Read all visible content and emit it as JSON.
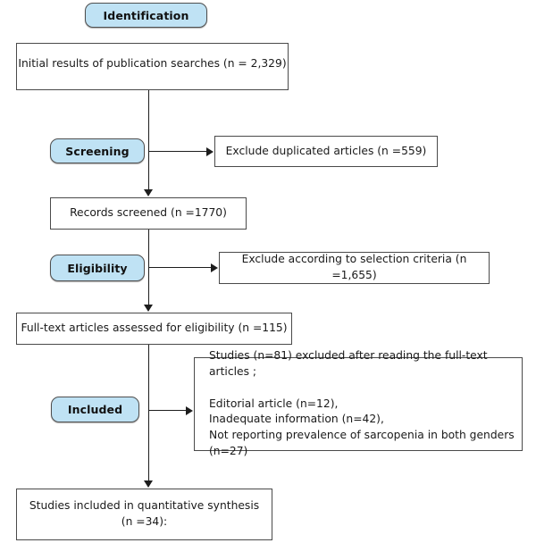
{
  "diagram": {
    "title": "PRISMA study selection flow diagram",
    "accent_color": "#bfe2f4",
    "line_color": "#1d1d1d",
    "box_border_color": "#4a4a4a"
  },
  "stages": [
    {
      "id": "identification",
      "label": "Identification"
    },
    {
      "id": "screening",
      "label": "Screening"
    },
    {
      "id": "eligibility",
      "label": "Eligibility"
    },
    {
      "id": "included",
      "label": "Included"
    }
  ],
  "boxes": {
    "initial_results": "Initial results of publication searches (n = 2,329)",
    "exclude_duplicates": "Exclude duplicated articles (n =559)",
    "records_screened": "Records screened (n =1770)",
    "exclude_criteria": "Exclude according to selection criteria (n =1,655)",
    "fulltext_assessed": "Full-text articles assessed for eligibility (n =115)",
    "excluded_details": "Studies (n=81) excluded after reading the full-text articles ;\n\nEditorial article (n=12),\nInadequate information (n=42),\nNot reporting prevalence of sarcopenia in both genders\n(n=27)",
    "final_synthesis": "Studies included in quantitative synthesis\n(n =34):"
  }
}
